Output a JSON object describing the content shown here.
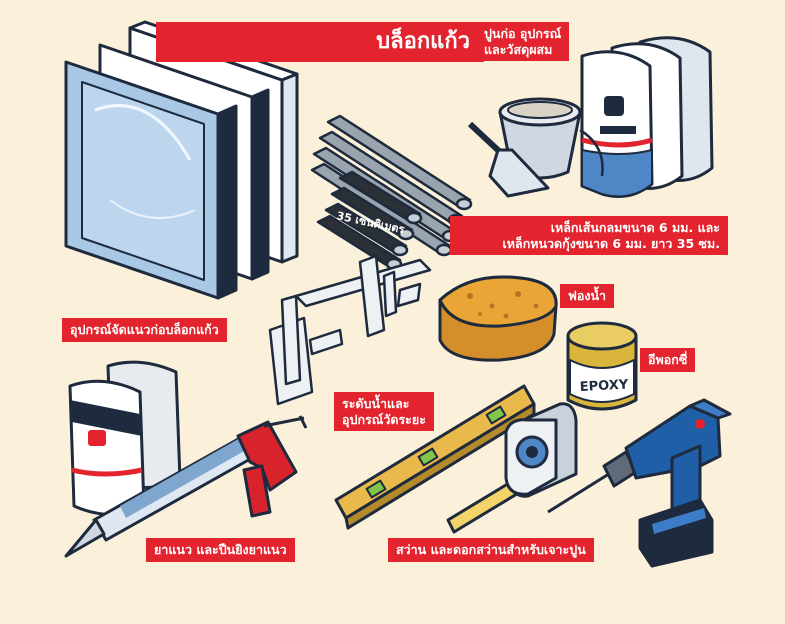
{
  "labels": {
    "glass_block": "บล็อกแก้ว",
    "mortar_line1": "ปูนก่อ อุปกรณ์",
    "mortar_line2": "และวัสดุผสม",
    "steel_line1": "เหล็กเส้นกลมขนาด 6 มม. และ",
    "steel_line2": "เหล็กหนวดกุ้งขนาด 6 มม. ยาว 35 ซม.",
    "steel_print": "35 เซนติเมตร",
    "spacer_tool": "อุปกรณ์จัดแนวก่อบล็อกแก้ว",
    "sponge": "ฟองน้ำ",
    "epoxy": "อีพอกซี่",
    "epoxy_can_text": "EPOXY",
    "level_line1": "ระดับน้ำและ",
    "level_line2": "อุปกรณ์วัดระยะ",
    "sealant": "ยาแนว และปืนยิงยาแนว",
    "drill": "สว่าน และดอกสว่านสำหรับเจาะปูน"
  },
  "colors": {
    "background": "#fbf0d9",
    "label_red": "#e3232d",
    "outline": "#1e2a3d",
    "glass": "#a9c8e6",
    "drill_blue": "#1f5fa8"
  }
}
